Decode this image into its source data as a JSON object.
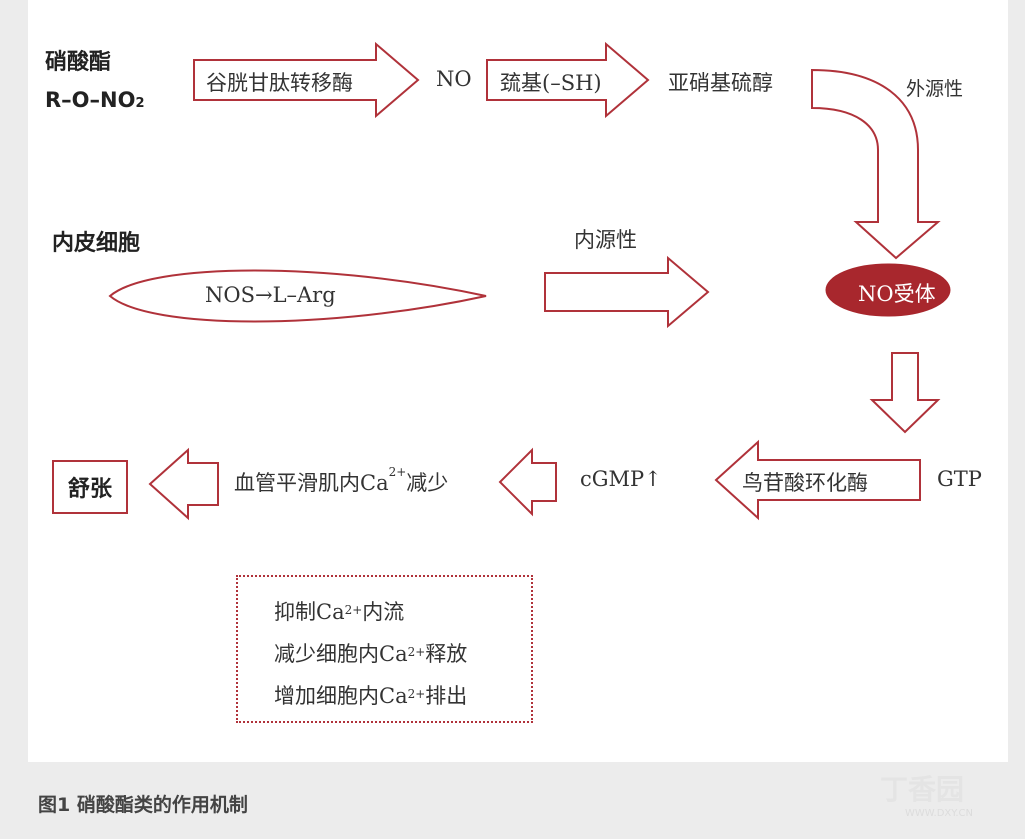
{
  "nitrate_title": "硝酸酯",
  "nitrate_formula_prefix": "R–O–NO",
  "nitrate_formula_sub": "2",
  "endothelium_title": "内皮细胞",
  "arrow_glutathione": "谷胱甘肽转移酶",
  "no_text": "NO",
  "arrow_thiol": "巯基(–SH)",
  "s_nitrosothiol": "亚硝基硫醇",
  "exogenous": "外源性",
  "endogenous": "内源性",
  "ellipse_text": "NOS→L–Arg",
  "receptor": "NO受体",
  "arrow_guanylate": "鸟苷酸环化酶",
  "gtp": "GTP",
  "cgmp": "cGMP↑",
  "smooth_muscle_pre": "血管平滑肌内Ca",
  "smooth_muscle_sup": "2+",
  "smooth_muscle_post": "减少",
  "relax": "舒张",
  "notes": [
    {
      "pre": "抑制Ca",
      "sup": "2+",
      "post": "内流"
    },
    {
      "pre": "减少细胞内Ca",
      "sup": "2+",
      "post": "释放"
    },
    {
      "pre": "增加细胞内Ca",
      "sup": "2+",
      "post": "排出"
    }
  ],
  "caption": "图1  硝酸酯类的作用机制",
  "watermark": "丁香园",
  "watermark_url": "WWW.DXY.CN",
  "colors": {
    "accent": "#b0323a",
    "receptor_fill": "#a8272d"
  }
}
